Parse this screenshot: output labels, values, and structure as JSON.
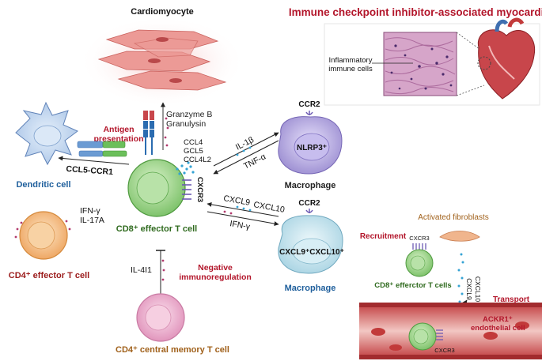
{
  "title": "Immune checkpoint inhibitor-associated myocarditis",
  "labels": {
    "cardiomyocyte": "Cardiomyocyte",
    "inflammatory_cells_line1": "Inflammatory",
    "inflammatory_cells_line2": "immune cells",
    "granzyme": "Granzyme B",
    "granulysin": "Granulysin",
    "antigen_line1": "Antigen",
    "antigen_line2": "presentation",
    "ccl5_ccr1": "CCL5-CCR1",
    "dendritic_cell": "Dendritic cell",
    "ccl4": "CCL4",
    "gcl5": "GCL5",
    "ccl4l2": "CCL4L2",
    "cxcr3_center": "CXCR3",
    "cd8_effector": "CD8⁺ effector T cell",
    "ifn_left": "IFN-γ",
    "il17a": "IL-17A",
    "cd4_effector": "CD4⁺ effector T cell",
    "il1b": "IL-1β",
    "tnfa": "TNF-α",
    "ccr2_top": "CCR2",
    "nlrp3": "NLRP3⁺",
    "macrophage_top": "Macrophage",
    "cxcl9_mid": "CXCL9",
    "cxcl10_mid": "CXCL10",
    "ifn_mid": "IFN-γ",
    "ccr2_bottom": "CCR2",
    "cxcl9_cxcl10": "CXCL9⁺CXCL10⁺",
    "macrophage_bottom": "Macrophage",
    "il4i1": "IL-4I1",
    "negative_line1": "Negative",
    "negative_line2": "immunoregulation",
    "cd4_central": "CD4⁺ central memory  T cell",
    "activated_fibroblasts": "Activated fibroblasts",
    "recruitment": "Recruitment",
    "cxcr3_recruit": "CXCR3",
    "cd8_effector_cells": "CD8⁺ efferctor T cells",
    "cxcl9_vertical": "CXCL9",
    "cxcl10_vertical": "CXCL10",
    "transport": "Transport",
    "ackr1_line1": "ACKR1⁺",
    "ackr1_line2": "endothelial cell",
    "cxcr3_vessel": "CXCR3"
  },
  "colors": {
    "title_red": "#b3162b",
    "dark_red_label": "#9b1b1b",
    "blue_label": "#1f5f9c",
    "green_label": "#2f6a1e",
    "brown_label": "#a0601a",
    "cardio_pink": "#e68a8a",
    "tcell_green": "#9bd18a",
    "macrophage_purple": "#a99bd8",
    "macrophage_blue": "#b9dde8",
    "cd4_orange": "#f1b06a",
    "cd4_pink": "#e79bc1"
  }
}
